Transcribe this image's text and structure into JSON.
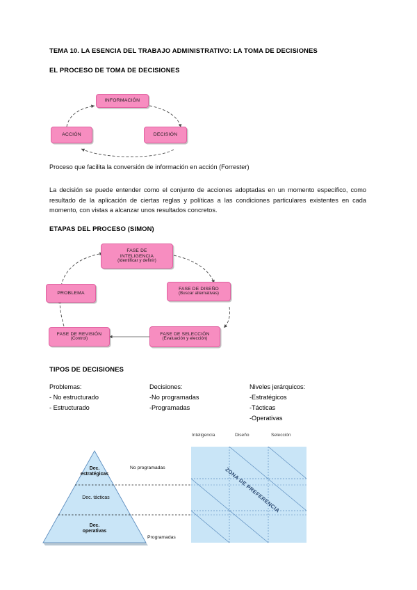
{
  "document": {
    "title": "TEMA 10. LA ESENCIA DEL TRABAJO ADMINISTRATIVO: LA TOMA DE DECISIONES",
    "sections": {
      "proceso": "EL PROCESO DE TOMA DE DECISIONES",
      "etapas": "ETAPAS DEL PROCESO (SIMON)",
      "tipos": "TIPOS DE DECISIONES"
    },
    "paragraphs": {
      "forrester": "Proceso que facilita la conversión de información en acción (Forrester)",
      "definicion": "La decisión se puede entender como el conjunto de acciones adoptadas en un momento específico, como resultado de la aplicación de ciertas reglas y políticas a las condiciones particulares existentes en cada momento, con vistas a alcanzar unos resultados concretos."
    }
  },
  "diagram_forrester": {
    "nodes": [
      {
        "id": "informacion",
        "label": "INFORMACIÓN"
      },
      {
        "id": "decision",
        "label": "DECISIÓN"
      },
      {
        "id": "accion",
        "label": "ACCIÓN"
      }
    ],
    "flow": "INFORMACIÓN → DECISIÓN → ACCIÓN → INFORMACIÓN",
    "box_color": "#F78DC0"
  },
  "diagram_simon": {
    "nodes": [
      {
        "id": "problema",
        "label": "PROBLEMA",
        "sub": ""
      },
      {
        "id": "inteligencia",
        "line1": "FASE DE",
        "line2": "INTELIGENCIA",
        "sub": "(Identificar y definir)"
      },
      {
        "id": "diseno",
        "line1": "FASE DE DISEÑO",
        "sub": "(Buscar alternativas)"
      },
      {
        "id": "seleccion",
        "line1": "FASE DE SELECCIÓN",
        "sub": "(Evaluación y elección)"
      },
      {
        "id": "revision",
        "line1": "FASE DE REVISIÓN",
        "sub": "(Control)"
      }
    ],
    "flow": "PROBLEMA → FASE DE INTELIGENCIA → FASE DE DISEÑO → FASE DE SELECCIÓN → FASE DE REVISIÓN → PROBLEMA",
    "box_color": "#F78DC0"
  },
  "tipos_columns": [
    {
      "heading": "Problemas:",
      "items": [
        "- No estructurado",
        "- Estructurado"
      ]
    },
    {
      "heading": "Decisiones:",
      "items": [
        "-No programadas",
        "-Programadas"
      ]
    },
    {
      "heading": "Niveles jerárquicos:",
      "items": [
        "-Estratégicos",
        "-Tácticas",
        "-Operativas"
      ]
    }
  ],
  "figure_pyramid": {
    "pyramid_levels": [
      {
        "id": "estrategicas",
        "line1": "Dec.",
        "line2": "estratégicas"
      },
      {
        "id": "tacticas",
        "line1": "Dec. tácticas",
        "line2": ""
      },
      {
        "id": "operativas",
        "line1": "Dec.",
        "line2": "operativas"
      }
    ],
    "side_labels": {
      "top": "No programadas",
      "bottom": "Programadas"
    },
    "grid_headers": [
      "Inteligencia",
      "Diseño",
      "Selección"
    ],
    "zone_label": "ZONA DE PREFERENCIA",
    "fill_color": "#C9E5F7",
    "line_color": "#5B8CBE"
  }
}
